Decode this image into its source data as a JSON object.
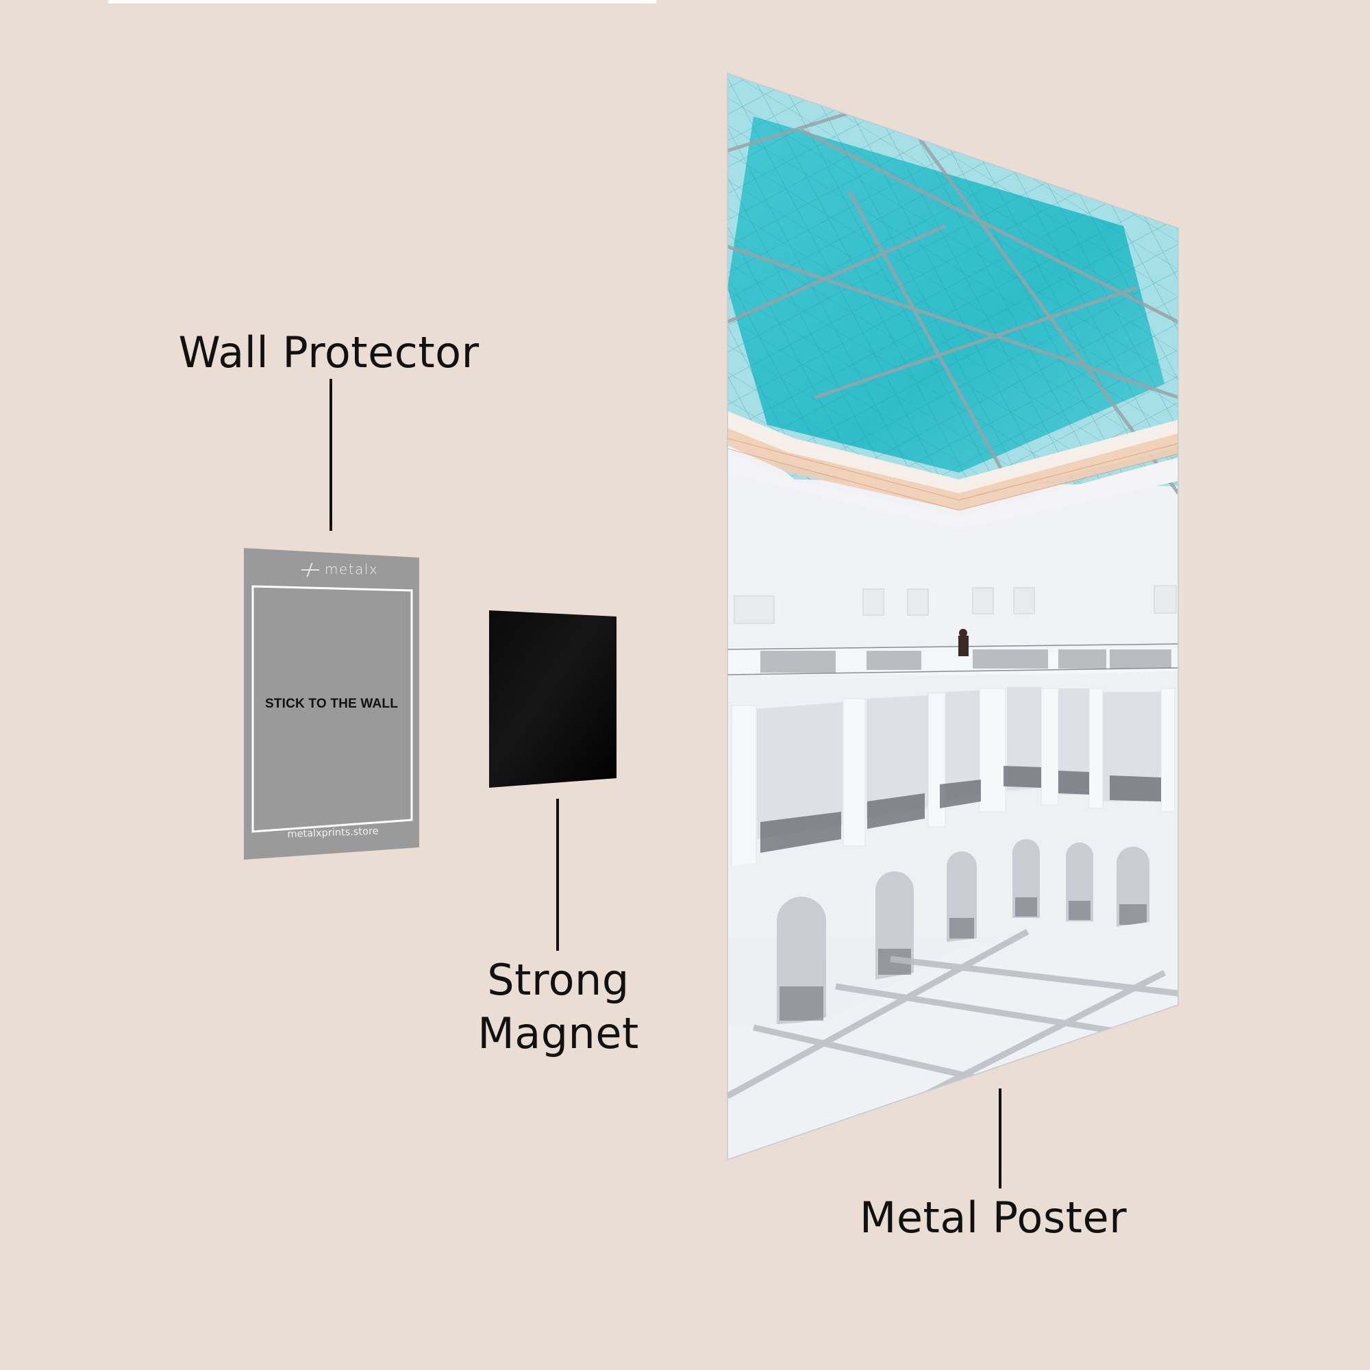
{
  "scene": {
    "background_color": "#e9ddd4",
    "text_color": "#111111"
  },
  "labels": {
    "wall_protector": "Wall Protector",
    "strong_magnet_line1": "Strong",
    "strong_magnet_line2": "Magnet",
    "metal_poster": "Metal Poster"
  },
  "wall_protector": {
    "brand": "metalx",
    "instruction": "STICK TO THE WALL",
    "url": "metalxprints.store",
    "fill_color": "#9a9a9a",
    "border_color": "#ffffff"
  },
  "magnet": {
    "fill_color": "#050505"
  },
  "metal_poster": {
    "subject": "white neoclassical atrium with turquoise glass skylight",
    "skylight_color": "#3cc4cf",
    "skylight_light_color": "#9fdfe4",
    "trim_color": "#e4a98a",
    "wall_color": "#f2f3f5",
    "railing_color": "#5d6066",
    "floor_line_color": "#b9bcc2"
  }
}
